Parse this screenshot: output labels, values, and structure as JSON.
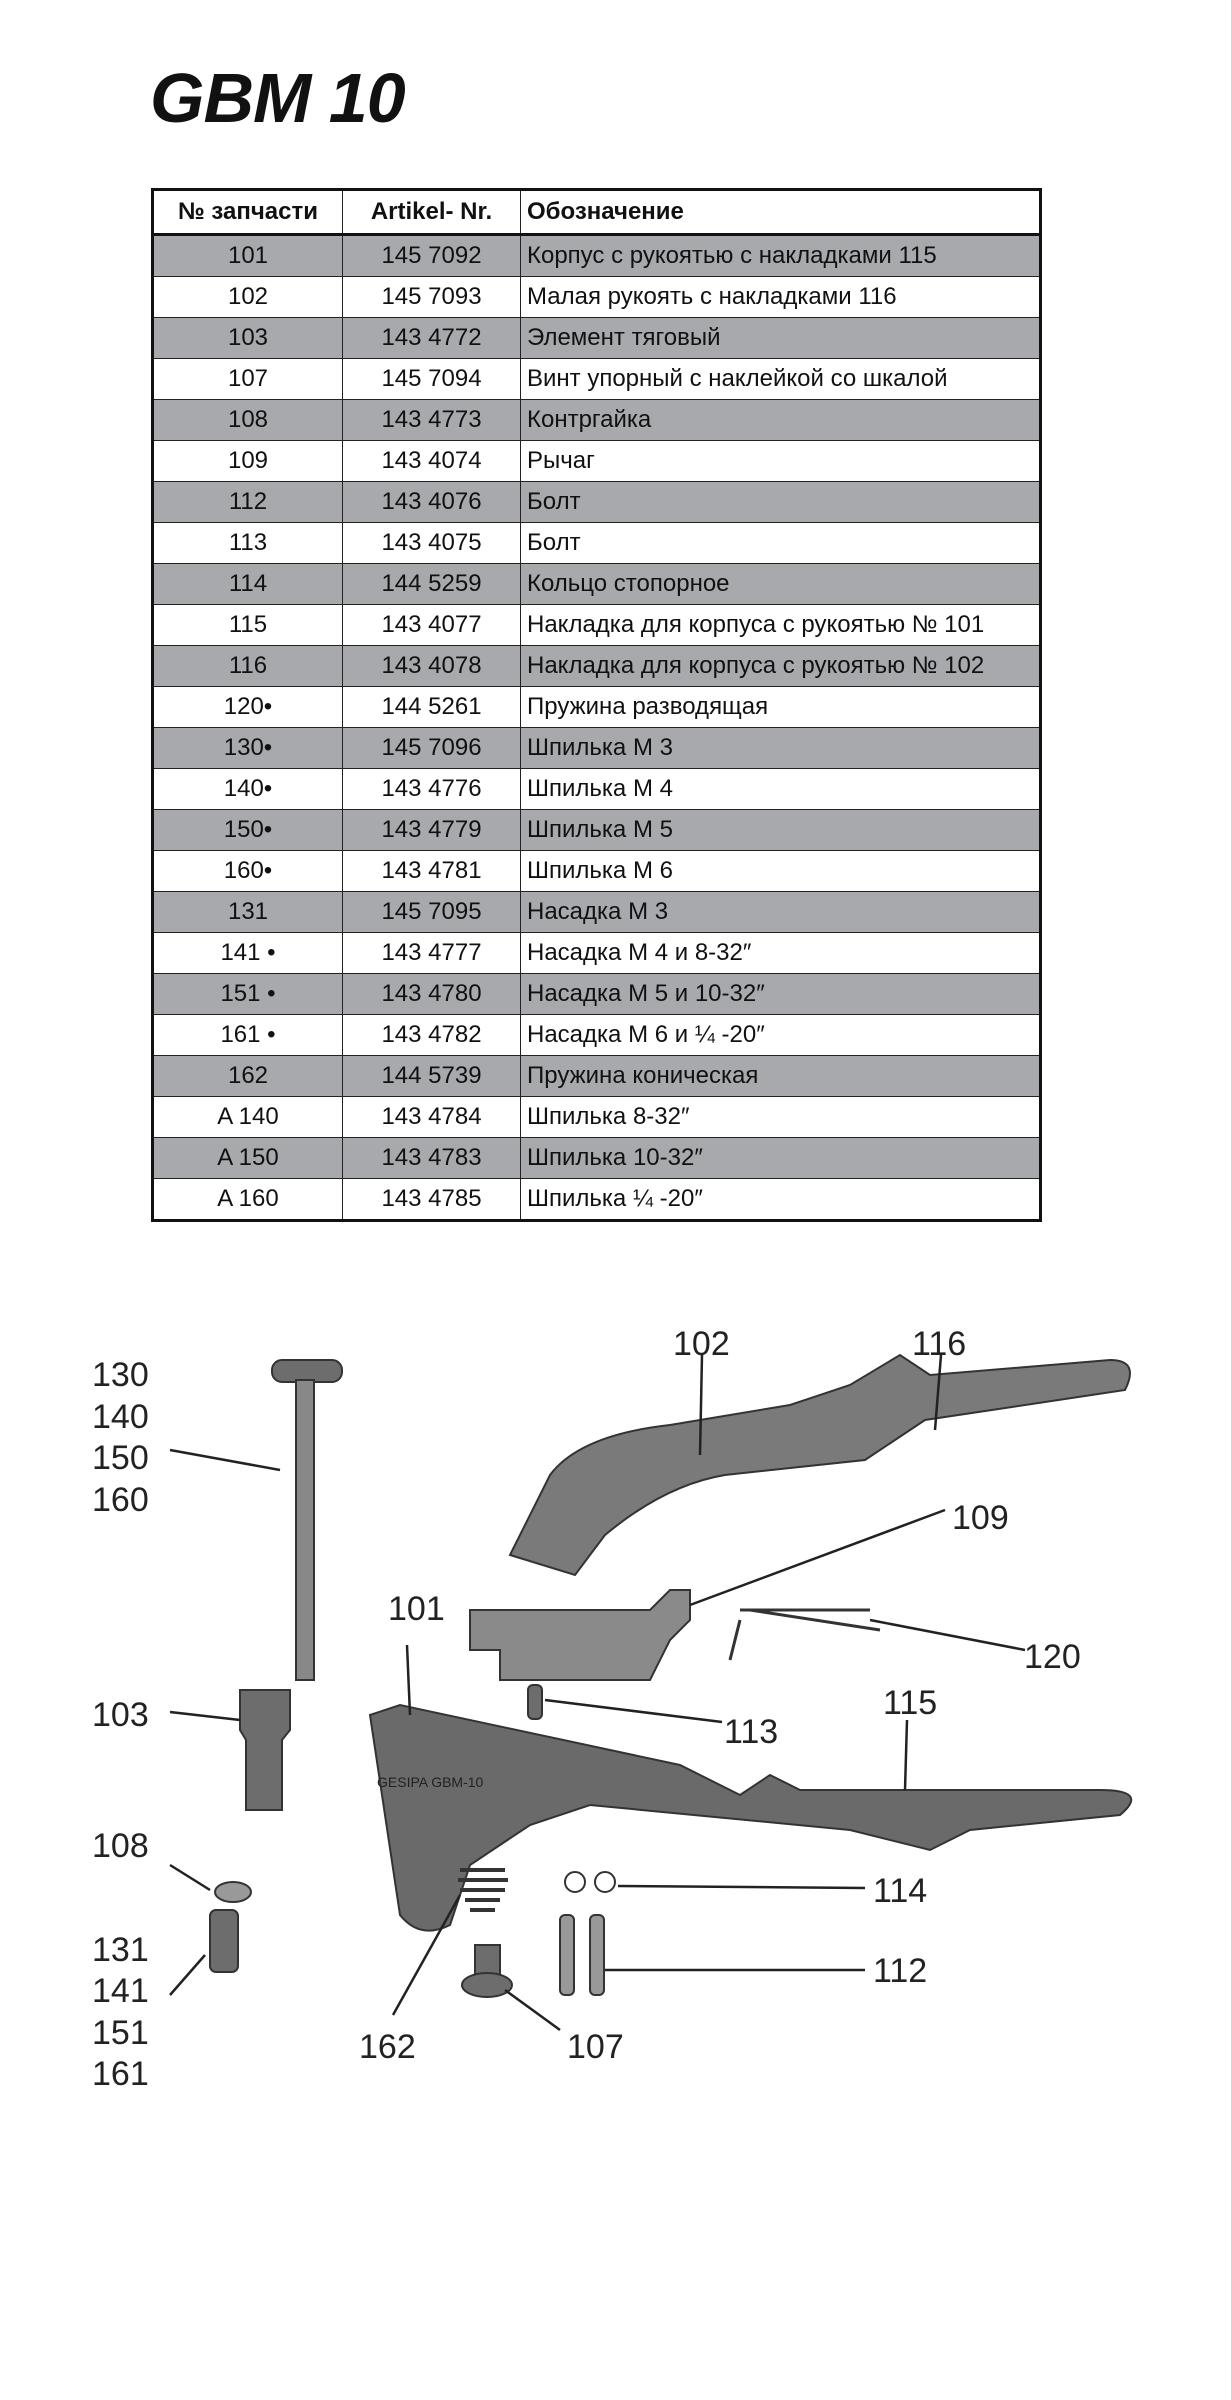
{
  "title": "GBM 10",
  "table": {
    "headers": [
      "№ запчасти",
      "Artikel- Nr.",
      "Обозначение"
    ],
    "rows": [
      [
        "101",
        "145 7092",
        "Корпус с рукоятью с накладками 115"
      ],
      [
        "102",
        "145 7093",
        "Малая рукоять с накладками 116"
      ],
      [
        "103",
        "143 4772",
        "Элемент тяговый"
      ],
      [
        "107",
        "145 7094",
        "Винт упорный с наклейкой со шкалой"
      ],
      [
        "108",
        "143 4773",
        "Контргайка"
      ],
      [
        "109",
        "143 4074",
        "Рычаг"
      ],
      [
        "112",
        "143 4076",
        "Болт"
      ],
      [
        "113",
        "143 4075",
        "Болт"
      ],
      [
        "114",
        "144 5259",
        "Кольцо стопорное"
      ],
      [
        "115",
        "143 4077",
        "Накладка для корпуса с рукоятью № 101"
      ],
      [
        "116",
        "143 4078",
        "Накладка для корпуса с рукоятью № 102"
      ],
      [
        "120•",
        "144 5261",
        "Пружина разводящая"
      ],
      [
        "130•",
        "145 7096",
        "Шпилька М 3"
      ],
      [
        "140•",
        "143 4776",
        "Шпилька М 4"
      ],
      [
        "150•",
        "143 4779",
        "Шпилька М 5"
      ],
      [
        "160•",
        "143 4781",
        "Шпилька М 6"
      ],
      [
        "131",
        "145 7095",
        "Насадка М 3"
      ],
      [
        "141 •",
        "143 4777",
        "Насадка М 4 и 8-32″"
      ],
      [
        "151 •",
        "143 4780",
        "Насадка М 5 и 10-32″"
      ],
      [
        "161 •",
        "143 4782",
        "Насадка М 6 и ¼ -20″"
      ],
      [
        "162",
        "144 5739",
        "Пружина коническая"
      ],
      [
        "A 140",
        "143 4784",
        "Шпилька 8-32″"
      ],
      [
        "A 150",
        "143 4783",
        "Шпилька 10-32″"
      ],
      [
        "A 160",
        "143 4785",
        "Шпилька ¼ -20″"
      ]
    ]
  },
  "diagram": {
    "labels": {
      "l130": "130",
      "l140": "140",
      "l150": "150",
      "l160": "160",
      "l102": "102",
      "l116": "116",
      "l109": "109",
      "l120": "120",
      "l101": "101",
      "l113": "113",
      "l115": "115",
      "l103": "103",
      "l108": "108",
      "l114": "114",
      "l131": "131",
      "l141": "141",
      "l151": "151",
      "l161": "161",
      "l112": "112",
      "l162": "162",
      "l107": "107"
    },
    "brand_marking": "GESIPA GBM-10"
  }
}
